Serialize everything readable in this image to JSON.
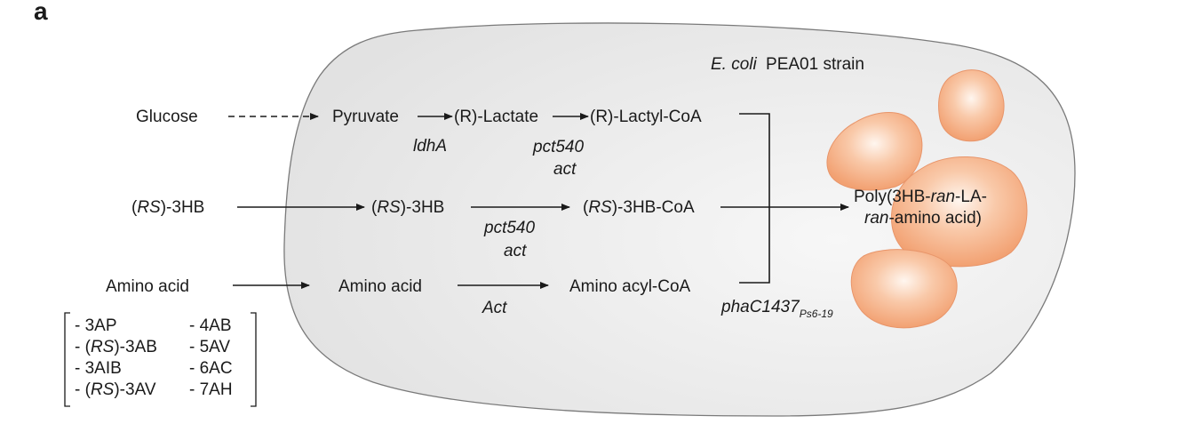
{
  "panel_label": "a",
  "strain": {
    "species": "E. coli",
    "name": "PEA01 strain"
  },
  "nodes": {
    "glucose": "Glucose",
    "pyruvate": "Pyruvate",
    "lactate_r": "(R)",
    "lactate_name": "-Lactate",
    "lactyl_r": "(R)",
    "lactyl_name": "-Lactyl-CoA",
    "hb_ext_pre": "(",
    "hb_ext_rs": "RS",
    "hb_ext_post": ")-3HB",
    "hb_int_pre": "(",
    "hb_int_rs": "RS",
    "hb_int_post": ")-3HB",
    "hbcoa_pre": "(",
    "hbcoa_rs": "RS",
    "hbcoa_post": ")-3HB-CoA",
    "aa_ext": "Amino acid",
    "aa_int": "Amino acid",
    "aa_coa": "Amino acyl-CoA"
  },
  "product": {
    "line1_a": "Poly(3HB-",
    "line1_ran": "ran",
    "line1_b": "-LA-",
    "line2_ran": "ran",
    "line2_b": "-amino acid)"
  },
  "enzymes": {
    "ldhA": "ldhA",
    "pct540_1": "pct540",
    "act_1": "act",
    "pct540_2": "pct540",
    "act_2": "act",
    "Act": "Act",
    "phaC": "phaC1437",
    "phaC_sub": "Ps6-19"
  },
  "amino_acid_list": {
    "col1": [
      {
        "pre": "- 3AP",
        "rs": "",
        "post": ""
      },
      {
        "pre": "- (",
        "rs": "RS",
        "post": ")-3AB"
      },
      {
        "pre": "- 3AIB",
        "rs": "",
        "post": ""
      },
      {
        "pre": "- (",
        "rs": "RS",
        "post": ")-3AV"
      }
    ],
    "col2": [
      "- 4AB",
      "- 5AV",
      "- 6AC",
      "- 7AH"
    ]
  },
  "colors": {
    "cell_fill": "#ebebeb",
    "cell_stroke": "#7a7a7a",
    "granule": "#f3a77e",
    "granule_highlight": "#fff4ec",
    "arrow": "#1a1a1a"
  }
}
